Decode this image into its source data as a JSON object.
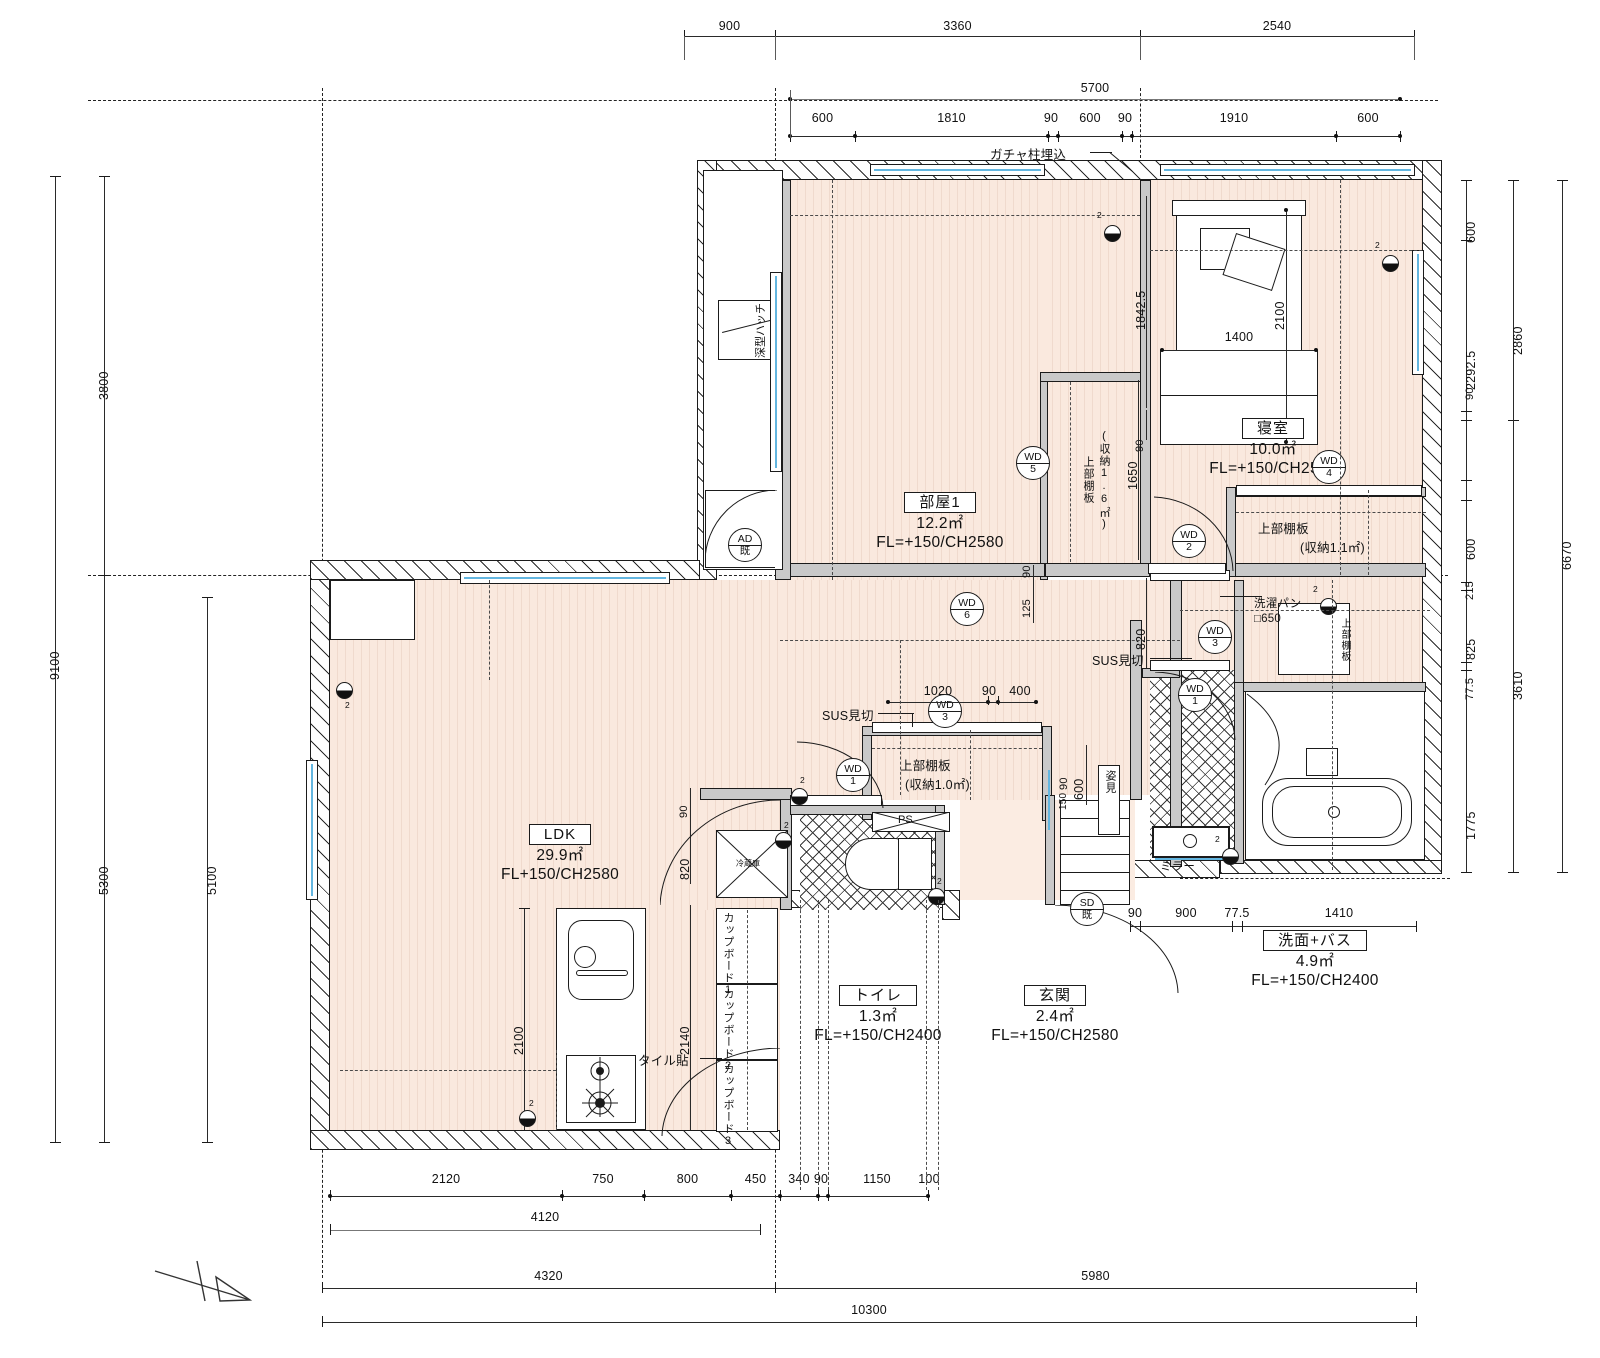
{
  "drawing": {
    "type": "floor-plan",
    "units": "mm",
    "north_arrow": "north-arrow"
  },
  "rooms": [
    {
      "key": "room1",
      "name": "部屋1",
      "area": "12.2㎡",
      "level": "FL=+150/CH2580"
    },
    {
      "key": "bedroom",
      "name": "寝室",
      "area": "10.0㎡",
      "level": "FL=+150/CH2500"
    },
    {
      "key": "ldk",
      "name": "LDK",
      "area": "29.9㎡",
      "level": "FL+150/CH2580"
    },
    {
      "key": "toilet",
      "name": "トイレ",
      "area": "1.3㎡",
      "level": "FL=+150/CH2400"
    },
    {
      "key": "genkan",
      "name": "玄関",
      "area": "2.4㎡",
      "level": "FL=+150/CH2580"
    },
    {
      "key": "bath",
      "name": "洗面+バス",
      "area": "4.9㎡",
      "level": "FL=+150/CH2400"
    }
  ],
  "markers": [
    {
      "key": "wd1a",
      "top": "WD",
      "bottom": "1"
    },
    {
      "key": "wd1b",
      "top": "WD",
      "bottom": "1"
    },
    {
      "key": "wd2",
      "top": "WD",
      "bottom": "2"
    },
    {
      "key": "wd3a",
      "top": "WD",
      "bottom": "3"
    },
    {
      "key": "wd3b",
      "top": "WD",
      "bottom": "3"
    },
    {
      "key": "wd4",
      "top": "WD",
      "bottom": "4"
    },
    {
      "key": "wd5",
      "top": "WD",
      "bottom": "5"
    },
    {
      "key": "wd6",
      "top": "WD",
      "bottom": "6"
    },
    {
      "key": "ad",
      "top": "AD",
      "bottom": "既"
    },
    {
      "key": "sd",
      "top": "SD",
      "bottom": "既"
    }
  ],
  "annotations": {
    "gacha_post": "ガチャ柱埋込",
    "deep_hatch": "深型ハッチ",
    "sus_mikiri_1": "SUS見切",
    "sus_mikiri_2": "SUS見切",
    "sugata_mi": "姿見",
    "mirror": "ミラー",
    "tile_finish": "タイル貼",
    "ps": "PS",
    "washing_pan": "洗濯パン",
    "washing_pan_size": "□650",
    "upper_shelf_a": "上部棚板",
    "upper_shelf_a_cap": "(収納1.0㎡)",
    "upper_shelf_b": "上部棚板",
    "upper_shelf_b_cap": "(収納1.1㎡)",
    "upper_shelf_c": "上部棚板",
    "upper_shelf_c_cap": "(収納1.6㎡)",
    "upper_shelf_d": "上部棚板",
    "refrigerator": "冷蔵庫",
    "cupboard1": "カップボード1",
    "cupboard2": "カップボード2",
    "cupboard3": "カップボード3"
  },
  "dimensions": {
    "top_outer": [
      "900",
      "3360",
      "2540"
    ],
    "top_total": "5700",
    "top_inner": [
      "600",
      "1810",
      "90",
      "600",
      "90",
      "1910",
      "600"
    ],
    "left_total": "9100",
    "left_chain": [
      "3800",
      "5300"
    ],
    "left_inner": "5100",
    "right_chain": [
      "600",
      "2292.5",
      "90",
      "600",
      "215",
      "825",
      "77.5",
      "1775"
    ],
    "right_mid": [
      "2860",
      "3610"
    ],
    "right_total": "6670",
    "bottom_chain": [
      "2120",
      "750",
      "800",
      "450",
      "340",
      "90",
      "1150",
      "100"
    ],
    "bottom_sub": "4120",
    "bottom_outer": [
      "4320",
      "5980"
    ],
    "bottom_total": "10300",
    "bath_chain": [
      "90",
      "900",
      "77.5",
      "1410"
    ],
    "toilet_chain": [
      "1020",
      "90",
      "400"
    ],
    "misc": {
      "d1842_5": "1842.5",
      "d90_bed": "90",
      "d1650": "1650",
      "d2100_bed": "2100",
      "d1400_bed": "1400",
      "d125": "125",
      "d90_a": "90",
      "d820_a": "820",
      "d820_b": "820",
      "d90_b": "90",
      "d600_b": "600",
      "d150": "150",
      "d2100_kitchen": "2100",
      "d2140": "2140",
      "d90_k": "90"
    }
  }
}
